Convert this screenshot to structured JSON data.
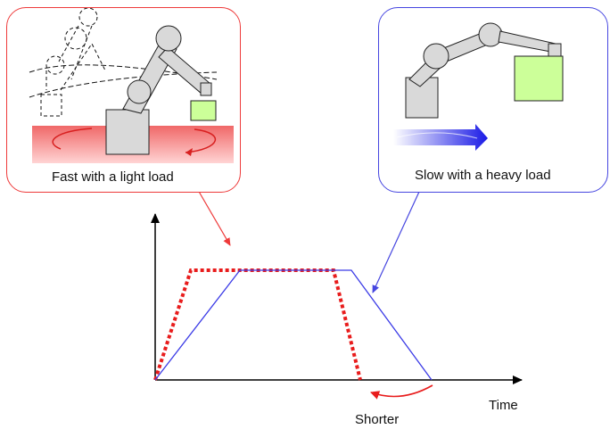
{
  "panels": {
    "light": {
      "caption": "Fast with a light load"
    },
    "heavy": {
      "caption": "Slow with a heavy load"
    }
  },
  "graph": {
    "x_axis_label": "Time",
    "annotation": "Shorter"
  },
  "colors": {
    "light_accent": "#ee3a3a",
    "heavy_accent": "#4646e0",
    "light_profile": "#e81c1c",
    "heavy_profile": "#3a3ae6",
    "payload_fill": "#ccff99",
    "robot_fill": "#d9d9d9"
  },
  "chart_data": {
    "type": "line",
    "xlabel": "Time",
    "ylabel": "",
    "series": [
      {
        "style": "dotted",
        "color": "#e81c1c",
        "points": [
          [
            0,
            0
          ],
          [
            40,
            120
          ],
          [
            200,
            120
          ],
          [
            230,
            0
          ]
        ]
      },
      {
        "style": "solid",
        "color": "#3a3ae6",
        "points": [
          [
            0,
            0
          ],
          [
            95,
            120
          ],
          [
            220,
            120
          ],
          [
            310,
            0
          ]
        ]
      }
    ]
  }
}
